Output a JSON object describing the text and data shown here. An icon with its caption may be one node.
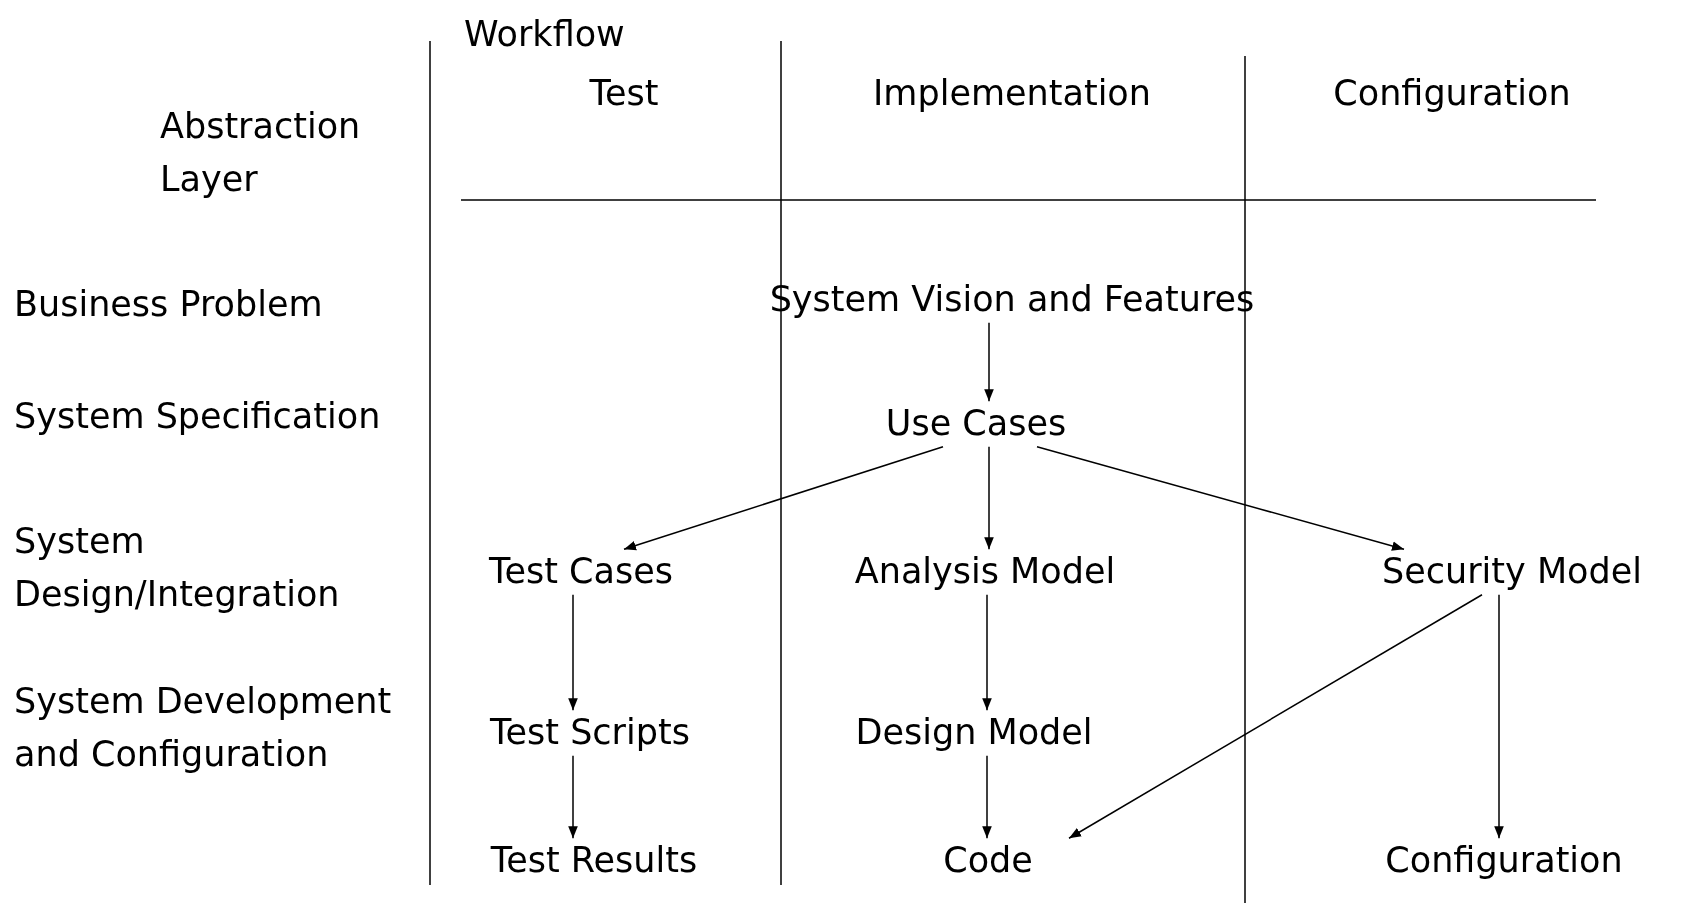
{
  "diagram": {
    "nodes": [
      {
        "text": [
          "System Vision and Features"
        ]
      },
      {
        "text": [
          "Use Cases"
        ]
      },
      {
        "text": [
          "Test Cases"
        ]
      },
      {
        "text": [
          "Analysis Model"
        ]
      },
      {
        "text": [
          "Security Model"
        ]
      },
      {
        "text": [
          "Test Scripts"
        ]
      },
      {
        "text": [
          "Design Model"
        ]
      },
      {
        "text": [
          "Test Results"
        ]
      },
      {
        "text": [
          "Code"
        ]
      },
      {
        "text": [
          "Configuration"
        ]
      }
    ],
    "edges": [
      {
        "from": 0,
        "to": 1,
        "arrow": "to"
      },
      {
        "from": 1,
        "to": 2,
        "arrow": "to"
      },
      {
        "from": 1,
        "to": 3,
        "arrow": "to"
      },
      {
        "from": 1,
        "to": 4,
        "arrow": "to"
      },
      {
        "from": 2,
        "to": 5,
        "arrow": "to"
      },
      {
        "from": 5,
        "to": 7,
        "arrow": "to"
      },
      {
        "from": 3,
        "to": 6,
        "arrow": "to"
      },
      {
        "from": 6,
        "to": 8,
        "arrow": "to"
      },
      {
        "from": 4,
        "to": 8,
        "arrow": "to"
      },
      {
        "from": 4,
        "to": 9,
        "arrow": "to"
      }
    ],
    "labels": [
      "Workflow",
      "Test",
      "Implementation",
      "Configuration",
      "Abstraction Layer",
      "Business Problem",
      "System Specification",
      "System Design/Integration",
      "System Development and Configuration"
    ]
  }
}
